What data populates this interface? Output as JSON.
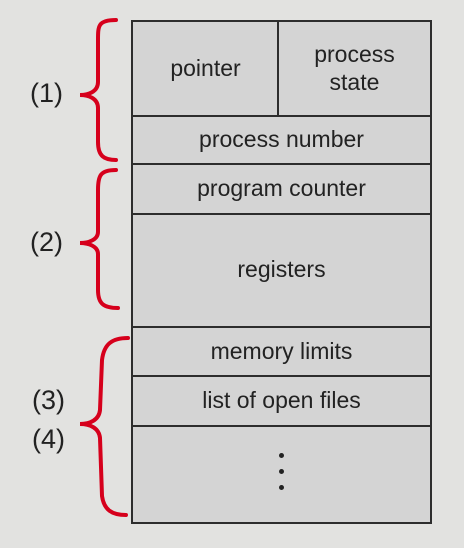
{
  "fields": {
    "pointer": "pointer",
    "process_state": "process\nstate",
    "process_number": "process number",
    "program_counter": "program counter",
    "registers": "registers",
    "memory_limits": "memory limits",
    "open_files": "list of open files"
  },
  "groups": {
    "g1": "(1)",
    "g2": "(2)",
    "g3": "(3)",
    "g4": "(4)"
  },
  "colors": {
    "bracket": "#d6001c",
    "box_fill": "#d4d4d4",
    "background": "#e2e2e0",
    "border": "#2d2d2d"
  }
}
